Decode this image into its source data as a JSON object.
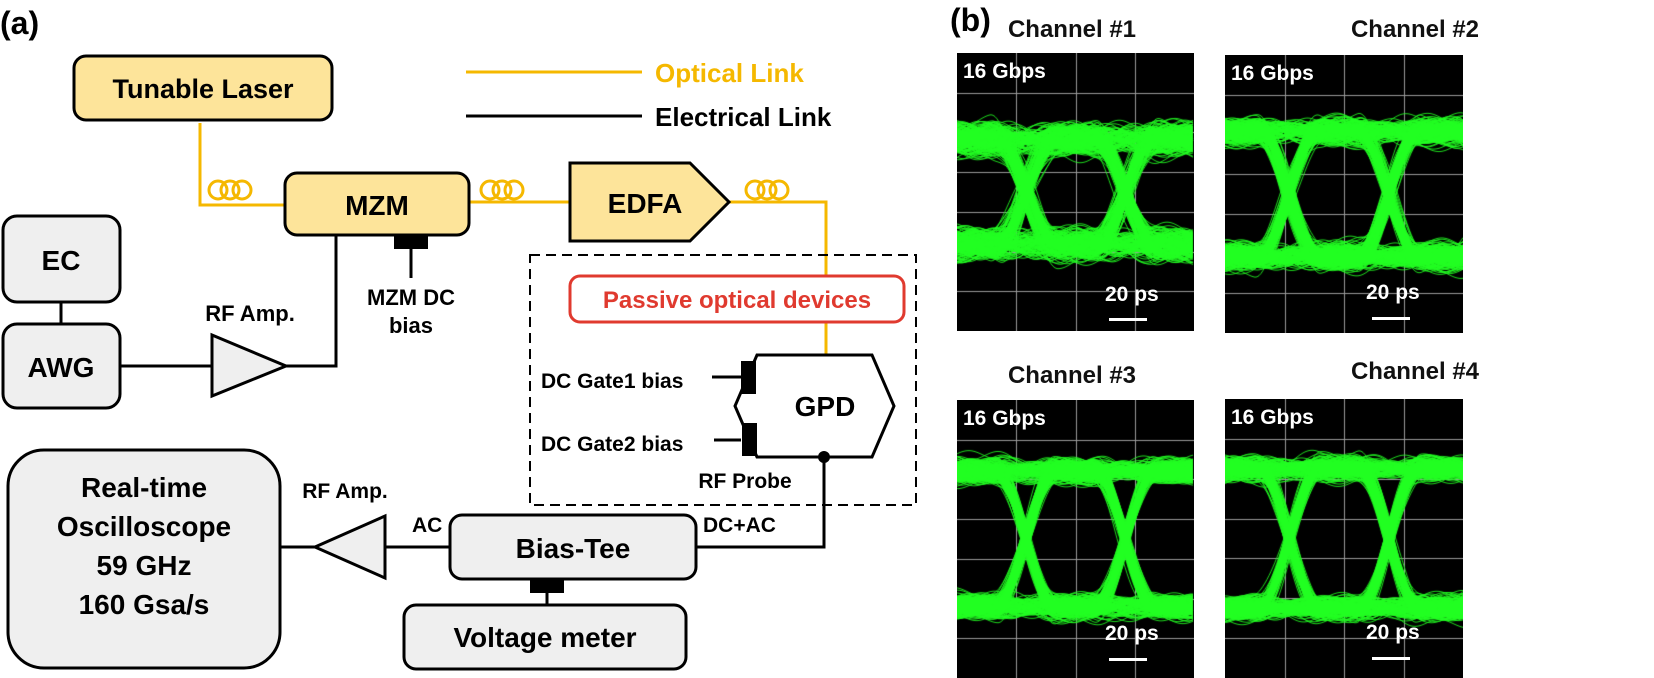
{
  "panel_a": {
    "label": "(a)",
    "legend": {
      "optical": "Optical Link",
      "electrical": "Electrical Link"
    },
    "blocks": {
      "tunable_laser": "Tunable Laser",
      "mzm": "MZM",
      "edfa": "EDFA",
      "ec": "EC",
      "awg": "AWG",
      "passive": "Passive optical devices",
      "gpd": "GPD",
      "scope_lines": [
        "Real-time",
        "Oscilloscope",
        "59 GHz",
        "160 Gsa/s"
      ],
      "bias_tee": "Bias-Tee",
      "voltage_meter": "Voltage meter"
    },
    "labels": {
      "rf_amp_top": "RF Amp.",
      "mzm_bias_1": "MZM DC",
      "mzm_bias_2": "bias",
      "gate1": "DC Gate1 bias",
      "gate2": "DC Gate2 bias",
      "rf_probe": "RF Probe",
      "rf_amp_bottom": "RF Amp.",
      "ac": "AC",
      "dc_ac": "DC+AC"
    },
    "colors": {
      "optical": "#f5b800",
      "block_fill": "#fde49a",
      "grey_fill": "#efefef",
      "passive_red": "#e03a2f"
    }
  },
  "panel_b": {
    "label": "(b)",
    "channels": [
      {
        "title": "Channel #1",
        "rate": "16 Gbps",
        "scale": "20 ps",
        "eye_opening": 0.25
      },
      {
        "title": "Channel #2",
        "rate": "16 Gbps",
        "scale": "20 ps",
        "eye_opening": 0.55
      },
      {
        "title": "Channel #3",
        "rate": "16 Gbps",
        "scale": "20 ps",
        "eye_opening": 0.7
      },
      {
        "title": "Channel #4",
        "rate": "16 Gbps",
        "scale": "20 ps",
        "eye_opening": 0.75
      }
    ],
    "colors": {
      "trace": "#22ff22",
      "background": "#000000",
      "grid": "#9a9a9a"
    }
  }
}
